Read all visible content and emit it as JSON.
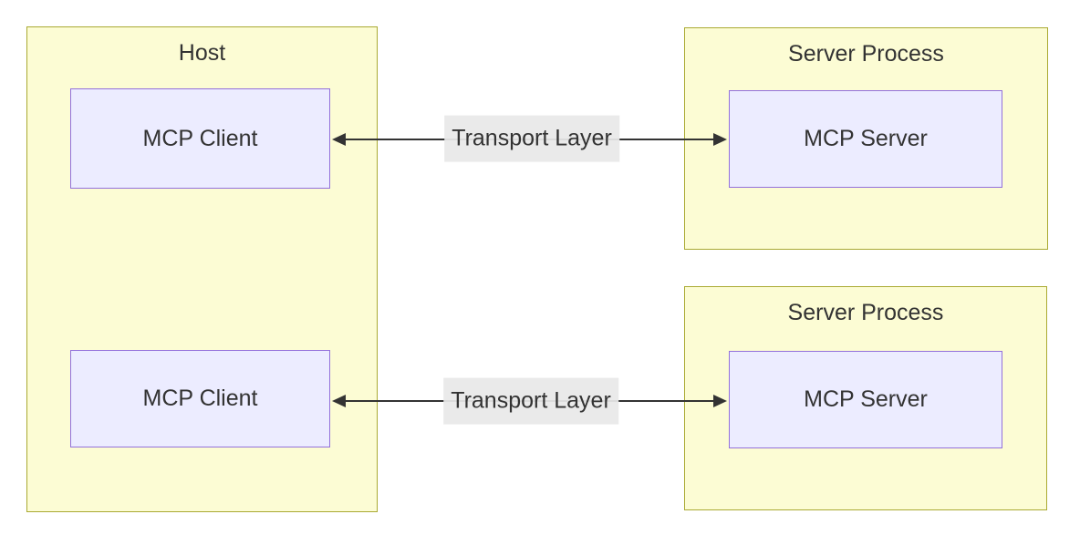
{
  "diagram": {
    "type": "flowchart",
    "clusters": [
      {
        "id": "host",
        "label": "Host"
      },
      {
        "id": "server-process-1",
        "label": "Server Process"
      },
      {
        "id": "server-process-2",
        "label": "Server Process"
      }
    ],
    "nodes": [
      {
        "id": "client-1",
        "label": "MCP Client",
        "cluster": "host"
      },
      {
        "id": "client-2",
        "label": "MCP Client",
        "cluster": "host"
      },
      {
        "id": "server-1",
        "label": "MCP Server",
        "cluster": "server-process-1"
      },
      {
        "id": "server-2",
        "label": "MCP Server",
        "cluster": "server-process-2"
      }
    ],
    "edges": [
      {
        "from": "client-1",
        "to": "server-1",
        "label": "Transport Layer",
        "direction": "bidirectional"
      },
      {
        "from": "client-2",
        "to": "server-2",
        "label": "Transport Layer",
        "direction": "bidirectional"
      }
    ],
    "colors": {
      "background": "#FFFFFF",
      "cluster_fill": "#FCFCD4",
      "cluster_border": "#AAAA33",
      "node_fill": "#ECECFF",
      "node_border": "#9370DB",
      "edge_color": "#333333",
      "edge_label_bg": "#E8E8E8",
      "text_color": "#333333"
    }
  }
}
